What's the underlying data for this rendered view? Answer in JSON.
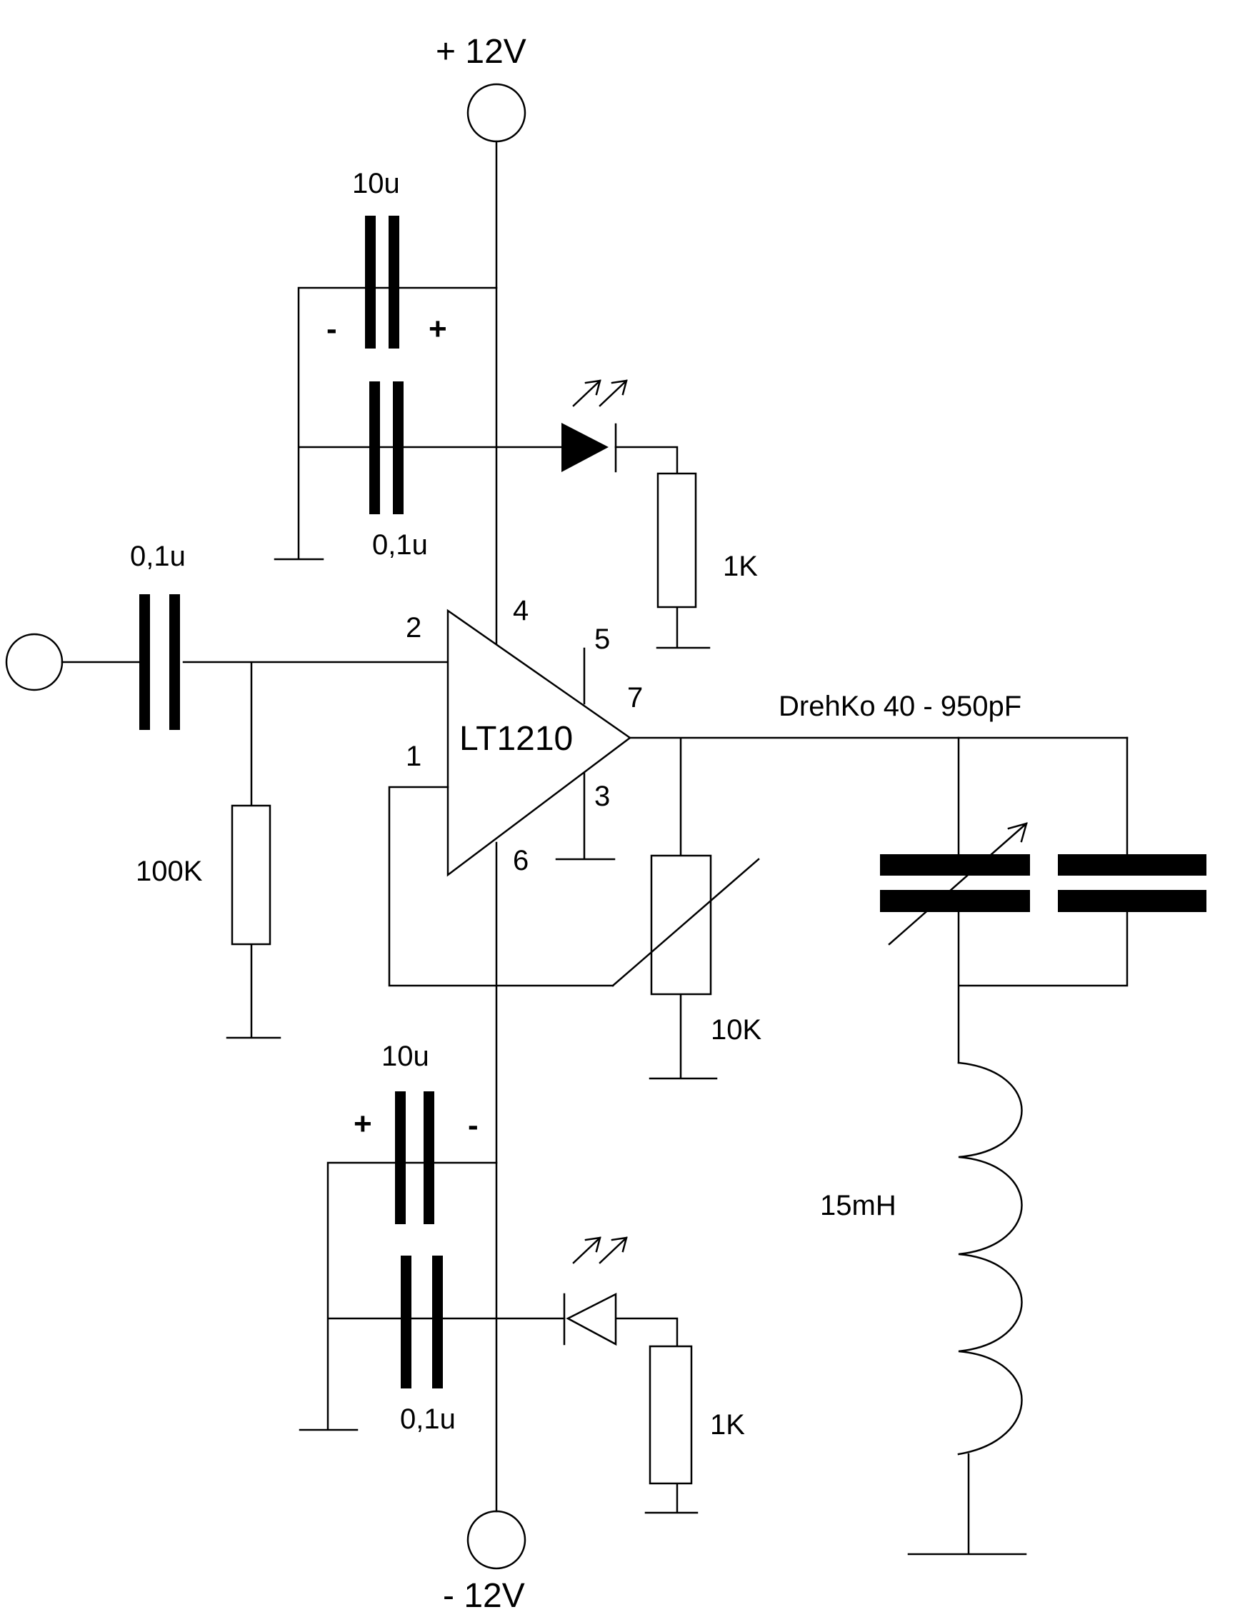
{
  "supply": {
    "positive": "+ 12V",
    "negative": "- 12V"
  },
  "opamp": {
    "name": "LT1210",
    "pins": {
      "p1": "1",
      "p2": "2",
      "p3": "3",
      "p4": "4",
      "p5": "5",
      "p6": "6",
      "p7": "7"
    }
  },
  "components": {
    "c_top_elko": "10u",
    "c_top_elko_minus": "-",
    "c_top_elko_plus": "+",
    "c_top_bypass": "0,1u",
    "r_led_top": "1K",
    "c_input": "0,1u",
    "r_input": "100K",
    "r_feedback": "10K",
    "trimmer": "DrehKo 40 - 950pF",
    "inductor": "15mH",
    "c_bot_elko": "10u",
    "c_bot_elko_plus": "+",
    "c_bot_elko_minus": "-",
    "c_bot_bypass": "0,1u",
    "r_led_bot": "1K"
  }
}
